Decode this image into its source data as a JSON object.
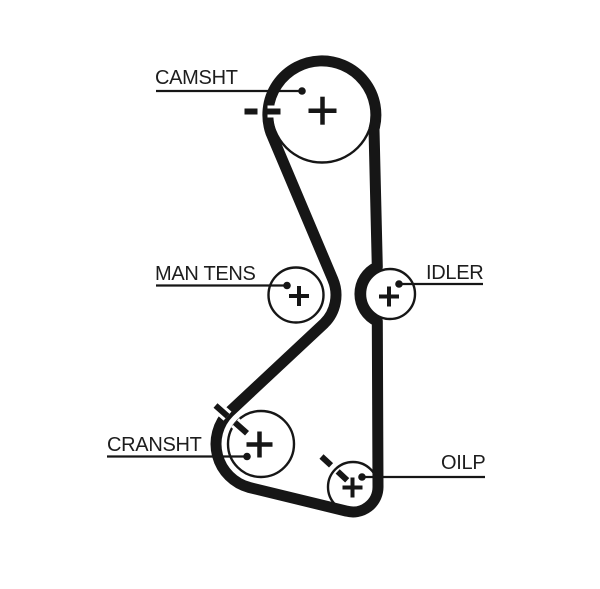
{
  "diagram": {
    "type": "timing-belt-routing-diagram",
    "background_color": "#ffffff",
    "ink_color": "#161616",
    "labels": {
      "camshaft": "CAMSHT",
      "manual_tensioner": "MAN TENS",
      "idler": "IDLER",
      "crankshaft": "CRANSHT",
      "oil_pump": "OILP"
    }
  }
}
